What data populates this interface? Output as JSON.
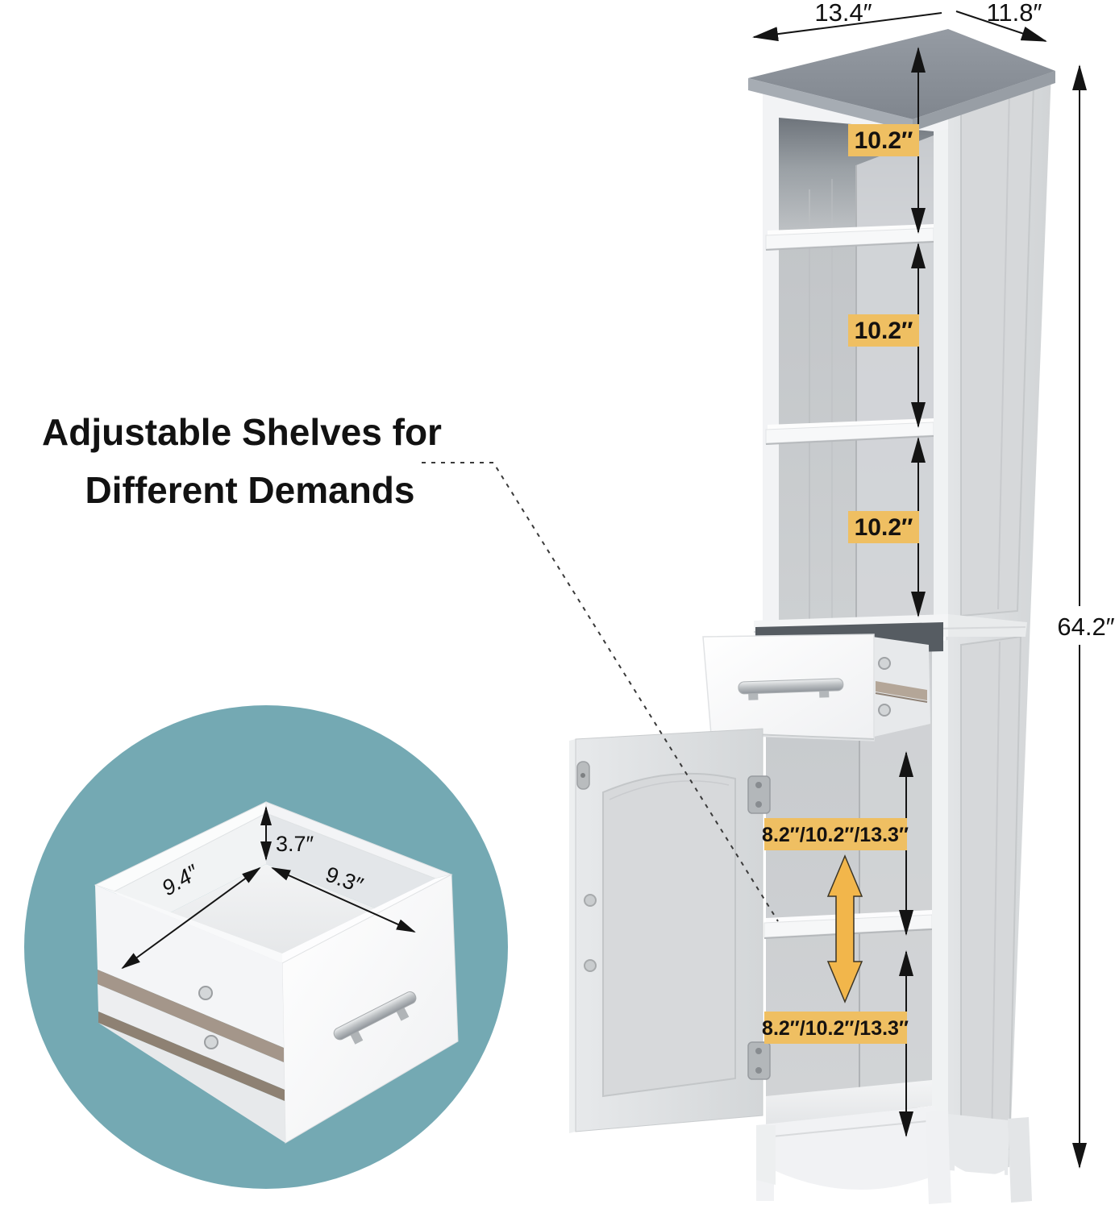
{
  "colors": {
    "background": "#ffffff",
    "teal_circle": "#74a9b3",
    "label_yellow": "#efbf62",
    "arrow_yellow": "#f2b64b",
    "cabinet_top_gray": "#8f959c",
    "dimension_line": "#141414"
  },
  "caption": {
    "line1": "Adjustable Shelves for",
    "line2": "Different Demands"
  },
  "dimensions": {
    "top_width": "13.4″",
    "top_depth": "11.8″",
    "overall_height": "64.2″",
    "upper_gap_1": "10.2″",
    "upper_gap_2": "10.2″",
    "upper_gap_3": "10.2″",
    "lower_gap_top": "8.2″/10.2″/13.3″",
    "lower_gap_bottom": "8.2″/10.2″/13.3″",
    "drawer_height": "3.7″",
    "drawer_depth": "9.4″",
    "drawer_width": "9.3″"
  }
}
